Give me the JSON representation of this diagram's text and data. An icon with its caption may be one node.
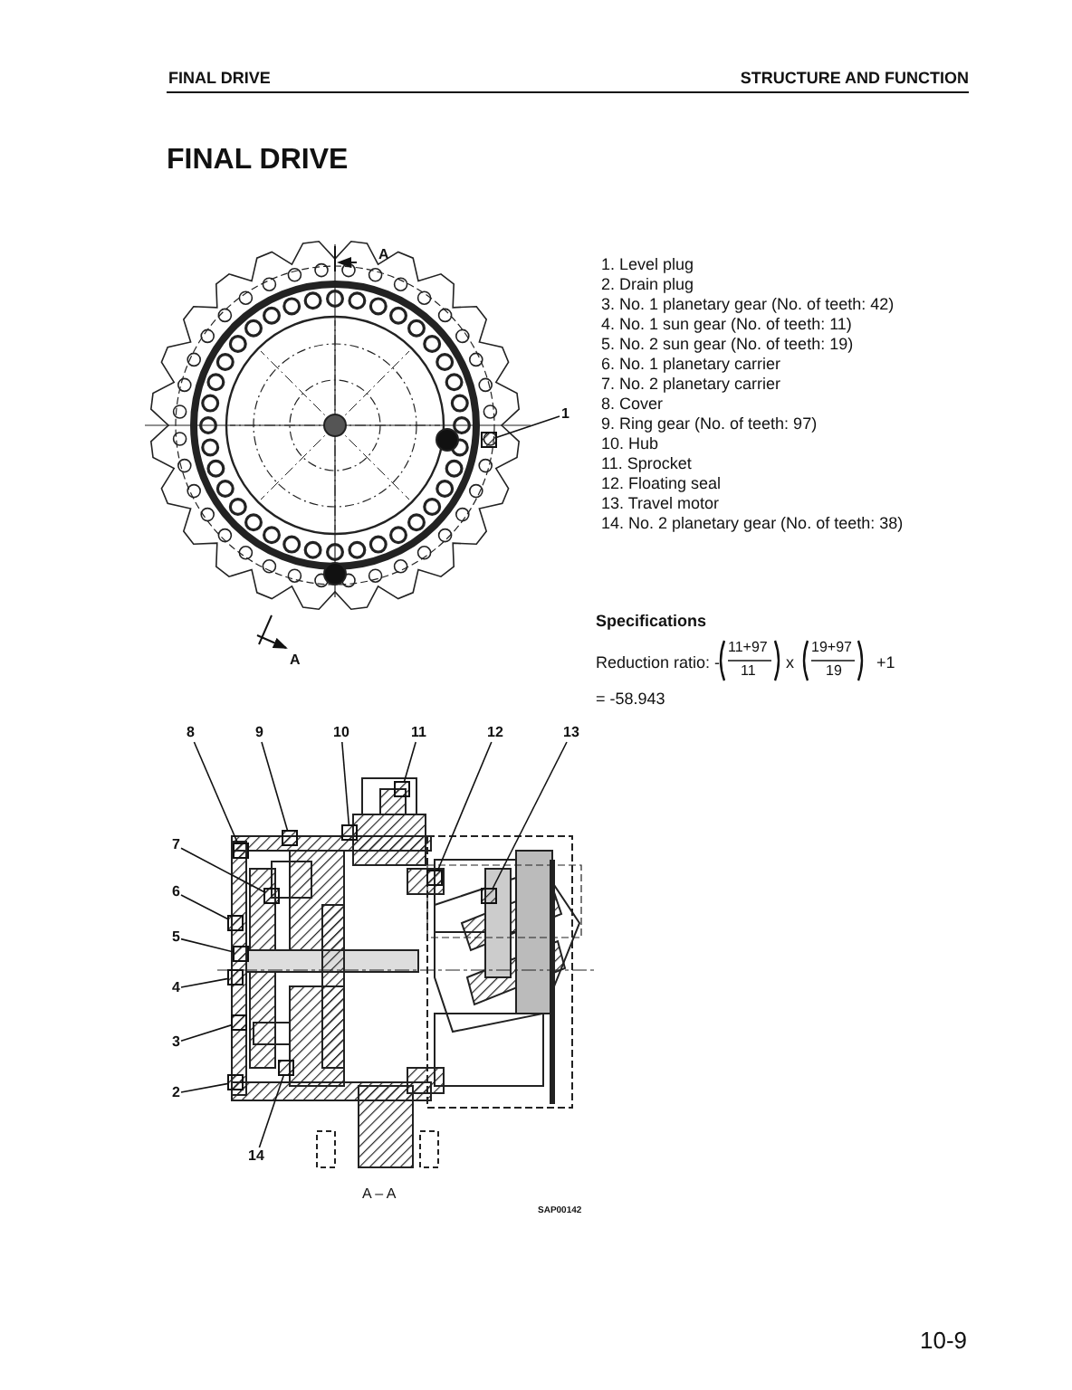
{
  "diagram": {
    "title": "FINAL DRIVE",
    "nodes": [
      {
        "text": [
          "1"
        ]
      },
      {
        "text": [
          "8"
        ]
      },
      {
        "text": [
          "9"
        ]
      },
      {
        "text": [
          "10"
        ]
      },
      {
        "text": [
          "11"
        ]
      },
      {
        "text": [
          "12"
        ]
      },
      {
        "text": [
          "13"
        ]
      },
      {
        "text": [
          "7"
        ]
      },
      {
        "text": [
          "6"
        ]
      },
      {
        "text": [
          "5"
        ]
      },
      {
        "text": [
          "4"
        ]
      },
      {
        "text": [
          "3"
        ]
      },
      {
        "text": [
          "2"
        ]
      },
      {
        "text": [
          "14"
        ]
      },
      {
        "text": [],
        "shape": "box"
      },
      {
        "text": [],
        "shape": "box"
      },
      {
        "text": [],
        "shape": "box"
      },
      {
        "text": [],
        "shape": "box"
      },
      {
        "text": [],
        "shape": "box"
      },
      {
        "text": [],
        "shape": "box"
      },
      {
        "text": [],
        "shape": "box"
      },
      {
        "text": [],
        "shape": "box"
      },
      {
        "text": [],
        "shape": "box"
      },
      {
        "text": [],
        "shape": "box"
      },
      {
        "text": [],
        "shape": "box"
      },
      {
        "text": [],
        "shape": "box"
      },
      {
        "text": [],
        "shape": "box"
      },
      {
        "text": [],
        "shape": "box"
      }
    ],
    "edges": [
      {
        "from": 0,
        "to": 14,
        "arrow": "none"
      },
      {
        "from": 1,
        "to": 15,
        "arrow": "none"
      },
      {
        "from": 2,
        "to": 16,
        "arrow": "none"
      },
      {
        "from": 3,
        "to": 17,
        "arrow": "none"
      },
      {
        "from": 4,
        "to": 18,
        "arrow": "none"
      },
      {
        "from": 5,
        "to": 19,
        "arrow": "none"
      },
      {
        "from": 6,
        "to": 20,
        "arrow": "none"
      },
      {
        "from": 7,
        "to": 21,
        "arrow": "none"
      },
      {
        "from": 8,
        "to": 22,
        "arrow": "none"
      },
      {
        "from": 9,
        "to": 23,
        "arrow": "none"
      },
      {
        "from": 10,
        "to": 24,
        "arrow": "none"
      },
      {
        "from": 11,
        "to": 25,
        "arrow": "none"
      },
      {
        "from": 12,
        "to": 26,
        "arrow": "none"
      },
      {
        "from": 13,
        "to": 27,
        "arrow": "none"
      }
    ],
    "labels": [
      "FINAL DRIVE",
      "STRUCTURE AND FUNCTION",
      "A",
      "1. Level plug",
      "2. Drain plug",
      "3. No. 1 planetary gear (No. of teeth: 42)",
      "4. No. 1 sun gear (No. of teeth: 11)",
      "5. No. 2 sun gear (No. of teeth: 19)",
      "6. No. 1 planetary carrier",
      "7. No. 2 planetary carrier",
      "8. Cover",
      "9. Ring gear (No. of teeth: 97)",
      "10. Hub",
      "11. Sprocket",
      "12. Floating seal",
      "13. Travel motor",
      "14. No. 2 planetary gear (No. of teeth: 38)",
      "A",
      "Specifications",
      "Reduction ratio: -",
      "11+97",
      "11",
      "x",
      "19+97",
      "19",
      "+1",
      "= -58.943",
      "A – A",
      "SAP00142",
      "10-9"
    ]
  }
}
